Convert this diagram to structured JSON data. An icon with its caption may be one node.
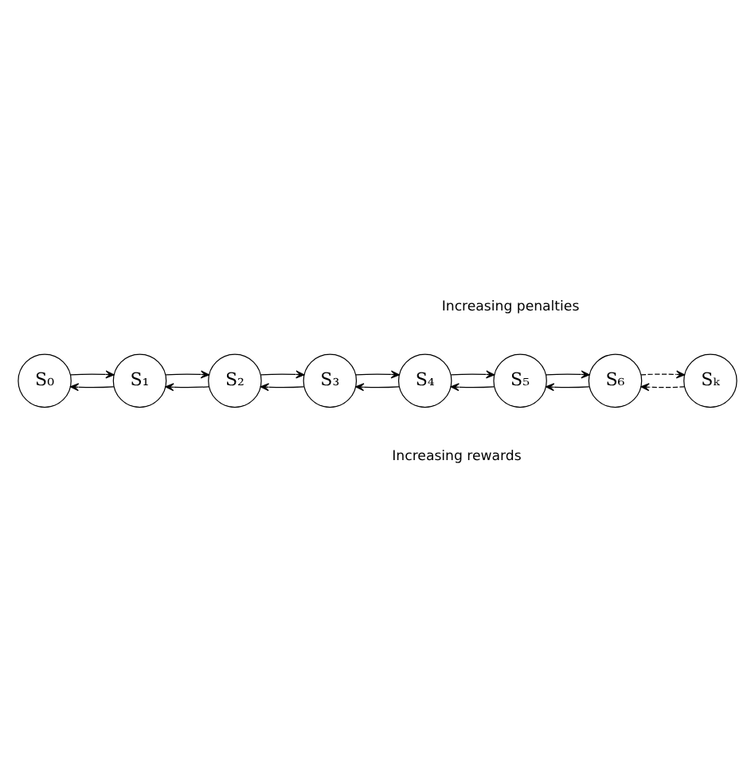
{
  "diagram": {
    "nodes": [
      {
        "text": [
          "S₀"
        ]
      },
      {
        "text": [
          "S₁"
        ]
      },
      {
        "text": [
          "S₂"
        ]
      },
      {
        "text": [
          "S₃"
        ]
      },
      {
        "text": [
          "S₄"
        ]
      },
      {
        "text": [
          "S₅"
        ]
      },
      {
        "text": [
          "S₆"
        ]
      },
      {
        "text": [
          "Sₖ"
        ]
      }
    ],
    "edges": [
      {
        "from": 1,
        "to": 0,
        "arrow": "to"
      },
      {
        "from": 0,
        "to": 1,
        "arrow": "to"
      },
      {
        "from": 2,
        "to": 1,
        "arrow": "to"
      },
      {
        "from": 1,
        "to": 2,
        "arrow": "to"
      },
      {
        "from": 3,
        "to": 2,
        "arrow": "to"
      },
      {
        "from": 2,
        "to": 3,
        "arrow": "to"
      },
      {
        "from": 4,
        "to": 3,
        "arrow": "to"
      },
      {
        "from": 3,
        "to": 4,
        "arrow": "to"
      },
      {
        "from": 4,
        "to": 5,
        "arrow": "to"
      },
      {
        "from": 5,
        "to": 4,
        "arrow": "to"
      },
      {
        "from": 5,
        "to": 6,
        "arrow": "to"
      },
      {
        "from": 6,
        "to": 5,
        "arrow": "to"
      },
      {
        "from": 6,
        "to": 7,
        "arrow": "to",
        "style": "dashed"
      },
      {
        "from": 7,
        "to": 6,
        "arrow": "to",
        "style": "dashed"
      }
    ],
    "labels": [
      "Increasing rewards",
      "Increasing penalties"
    ]
  }
}
